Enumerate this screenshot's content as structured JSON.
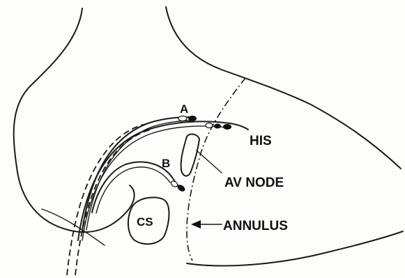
{
  "labels": {
    "a": "A",
    "b": "B",
    "his": "HIS",
    "av_node": "AV NODE",
    "cs": "CS",
    "annulus": "ANNULUS"
  }
}
